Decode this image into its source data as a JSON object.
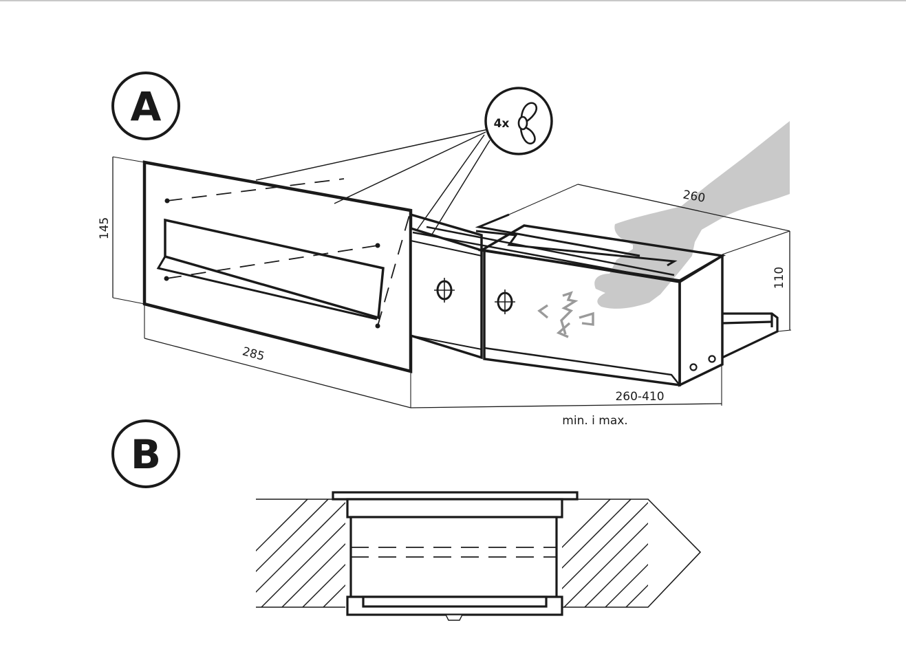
{
  "panels": {
    "a": {
      "label": "A"
    },
    "b": {
      "label": "B"
    }
  },
  "dimensions": {
    "height_front": "145",
    "width_front": "285",
    "depth_top": "260",
    "height_side": "110",
    "length_range": "260-410",
    "length_note": "min. i max."
  },
  "fastener_badge": {
    "count": "4x",
    "icon": "wing-nut-icon"
  },
  "colors": {
    "line": "#1a1a1a",
    "hand": "#c9c9c9",
    "arrow": "#9a9a9a"
  }
}
